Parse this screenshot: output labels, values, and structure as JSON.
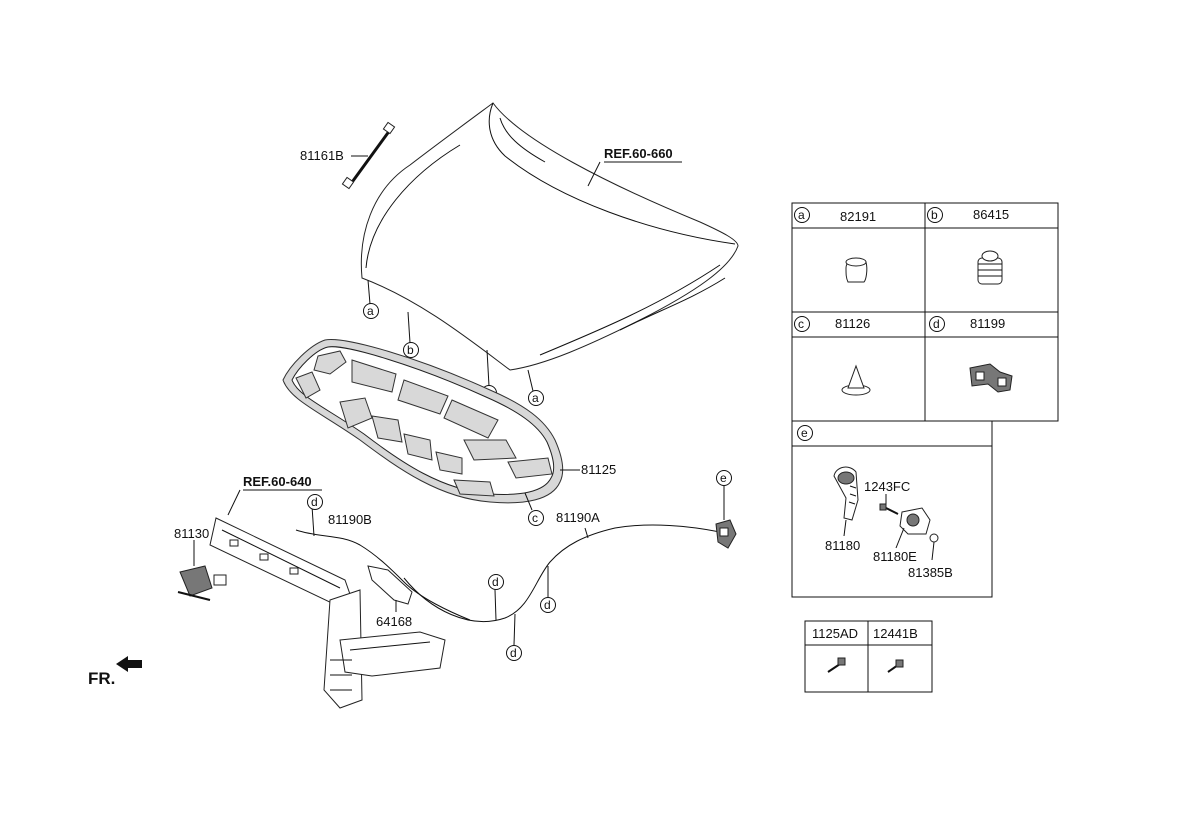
{
  "part_labels": {
    "p81161B": "81161B",
    "p81125": "81125",
    "p81130": "81130",
    "p81190B": "81190B",
    "p81190A": "81190A",
    "p64168": "64168"
  },
  "references": {
    "ref_hood": "REF.60-660",
    "ref_front": "REF.60-640"
  },
  "callout_letters": {
    "a": "a",
    "b": "b",
    "c": "c",
    "d": "d",
    "e": "e"
  },
  "direction_label": "FR.",
  "legend_table": {
    "cells": [
      {
        "letter": "a",
        "part": "82191"
      },
      {
        "letter": "b",
        "part": "86415"
      },
      {
        "letter": "c",
        "part": "81126"
      },
      {
        "letter": "d",
        "part": "81199"
      }
    ],
    "e_panel": {
      "letter": "e",
      "labels": [
        "1243FC",
        "81180",
        "81180E",
        "81385B"
      ]
    }
  },
  "fastener_table": {
    "headers": [
      "1125AD",
      "12441B"
    ]
  },
  "colors": {
    "line": "#111111",
    "background": "#ffffff",
    "part_fill": "#ffffff",
    "shade": "#d8d8d8"
  }
}
